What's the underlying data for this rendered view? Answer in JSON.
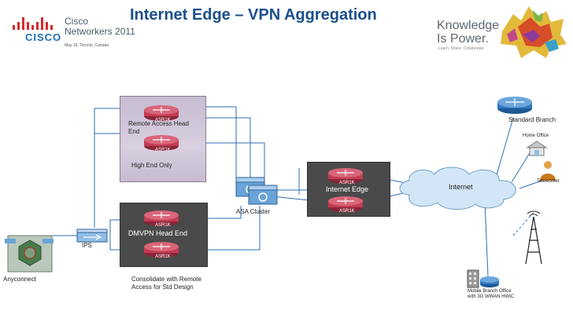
{
  "title": "Internet Edge – VPN Aggregation",
  "branding": {
    "cisco_word": "CISCO",
    "event_line1": "Cisco",
    "event_line2": "Networkers 2011",
    "event_date": "May 16, Toronto, Canada",
    "knowledge_line1": "Knowledge",
    "knowledge_line2": "Is Power.",
    "tagline": "Learn. Share. Collaborate."
  },
  "colors": {
    "title": "#1b4f8a",
    "panel": "#c7bcd0",
    "panel_dark": "#4a4a4a",
    "router_red": "#c23b53",
    "line_blue": "#2e6fb2",
    "cloud": "#cfe3f5"
  },
  "panels": {
    "remote_access_head_end": "Remote Access Head End",
    "high_end_only": "High End Only",
    "dmvpn_head_end": "DMVPN Head End",
    "consolidate": "Consolidate with Remote Access for Std Design",
    "internet_edge": "Internet Edge"
  },
  "routers": {
    "asr1k": "ASR1K"
  },
  "devices": {
    "asa_cluster": "ASA Cluster",
    "ips": "IPS",
    "internet": "Internet",
    "anyconnect": "Anyconnect",
    "standard_branch": "Standard Branch",
    "home_office": "Home Office",
    "teleworker": "Teleworker",
    "mobile_branch": "Mobile Branch Office with 3G WWAN HWIC"
  },
  "icons": [
    "router-icon",
    "firewall-icon",
    "ips-icon",
    "cloud-icon",
    "house-icon",
    "person-icon",
    "tower-icon",
    "building-icon",
    "globe-icon",
    "cisco-bridge-logo",
    "maple-leaf-graphic"
  ]
}
